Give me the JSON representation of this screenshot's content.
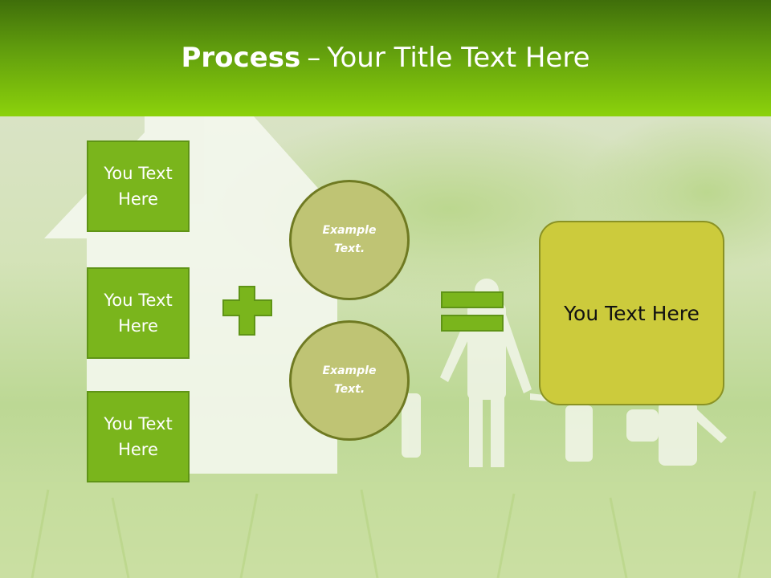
{
  "slide": {
    "title_bold": "Process",
    "title_dash": "–",
    "title_rest": "Your Title Text Here"
  },
  "boxes": [
    {
      "label": "You Text Here"
    },
    {
      "label": "You Text Here"
    },
    {
      "label": "You Text Here"
    }
  ],
  "circles": [
    {
      "label": "Example Text."
    },
    {
      "label": "Example Text."
    }
  ],
  "result": {
    "label": "You Text Here"
  },
  "colors": {
    "header_green": "#8cd20c",
    "box_green": "#7ab51c",
    "circle_olive": "#bfc474",
    "result_yellow": "#cccb3c"
  }
}
